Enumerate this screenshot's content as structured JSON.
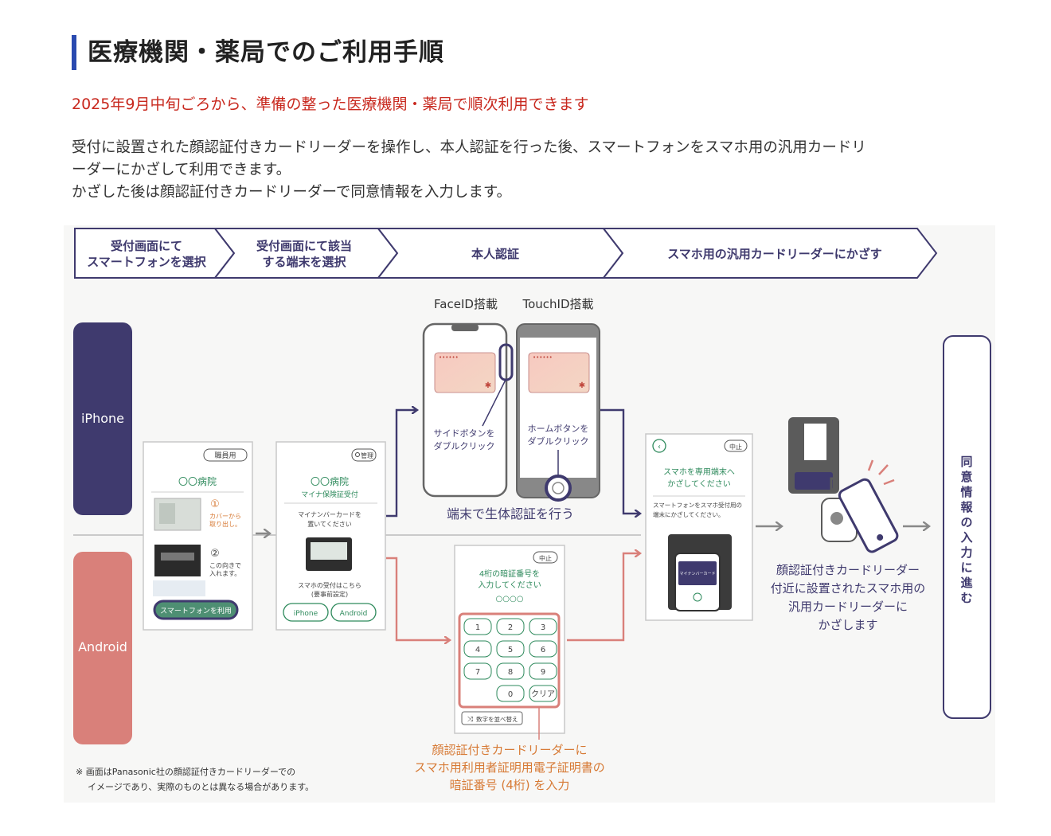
{
  "page": {
    "title": "医療機関・薬局でのご利用手順",
    "notice": "2025年9月中旬ごろから、準備の整った医療機関・薬局で順次利用できます",
    "paragraph_line1": "受付に設置された顔認証付きカードリーダーを操作し、本人認証を行った後、スマートフォンをスマホ用の汎用カードリ",
    "paragraph_line2": "ーダーにかざして利用できます。",
    "paragraph_line3": "かざした後は顔認証付きカードリーダーで同意情報を入力します。"
  },
  "diagram": {
    "steps": {
      "step1_line1": "受付画面にて",
      "step1_line2": "スマートフォンを選択",
      "step2_line1": "受付画面にて該当",
      "step2_line2": "する端末を選択",
      "step3": "本人認証",
      "step4": "スマホ用の汎用カードリーダーにかざす"
    },
    "os_labels": {
      "iphone": "iPhone",
      "android": "Android"
    },
    "screen1": {
      "tag": "職員用",
      "hospital": "〇〇病院",
      "step1_num": "①",
      "step1_line1": "カバーから",
      "step1_line2": "取り出し。",
      "step2_num": "②",
      "step2_line1": "この向きで",
      "step2_line2": "入れます。",
      "button": "スマートフォンを利用"
    },
    "screen2": {
      "tag": "管理",
      "hospital": "〇〇病院",
      "subtitle": "マイナ保険証受付",
      "instr_line1": "マイナンバーカードを",
      "instr_line2": "置いてください",
      "note_line1": "スマホの受付はこちら",
      "note_line2": "(要事前設定)",
      "btn_iphone": "iPhone",
      "btn_android": "Android"
    },
    "faceid": {
      "label": "FaceID搭載",
      "caption_line1": "サイドボタンを",
      "caption_line2": "ダブルクリック"
    },
    "touchid": {
      "label": "TouchID搭載",
      "caption_line1": "ホームボタンを",
      "caption_line2": "ダブルクリック"
    },
    "biometric_caption": "端末で生体認証を行う",
    "pin_screen": {
      "cancel": "中止",
      "title_line1": "4桁の暗証番号を",
      "title_line2": "入力してください",
      "dots": "○○○○",
      "keys": [
        "1",
        "2",
        "3",
        "4",
        "5",
        "6",
        "7",
        "8",
        "9"
      ],
      "key_zero": "0",
      "key_clear": "クリア",
      "shuffle": "数字を並べ替え"
    },
    "pin_caption": {
      "line1": "顔認証付きカードリーダーに",
      "line2": "スマホ用利用者証明用電子証明書の",
      "line3": "暗証番号 (4桁) を入力"
    },
    "hold_screen": {
      "cancel": "中止",
      "title_line1": "スマホを専用端末へ",
      "title_line2": "かざしてください",
      "desc_line1": "スマートフォンをスマホ受付用の",
      "desc_line2": "端末にかざしてください。",
      "card_label": "マイナンバーカード"
    },
    "reader_caption": {
      "line1": "顔認証付きカードリーダー",
      "line2": "付近に設置されたスマホ用の",
      "line3": "汎用カードリーダーに",
      "line4": "かざします"
    },
    "final_step": "同意情報の入力に進む",
    "footnote_line1": "※ 画面はPanasonic社の顔認証付きカードリーダーでの",
    "footnote_line2": "イメージであり、実際のものとは異なる場合があります。",
    "colors": {
      "navy": "#3f3a6e",
      "coral": "#d9807a",
      "green": "#2e8a5c",
      "orange": "#d77a35",
      "heading_bar": "#2a4ab0",
      "notice_red": "#c8281e"
    }
  }
}
